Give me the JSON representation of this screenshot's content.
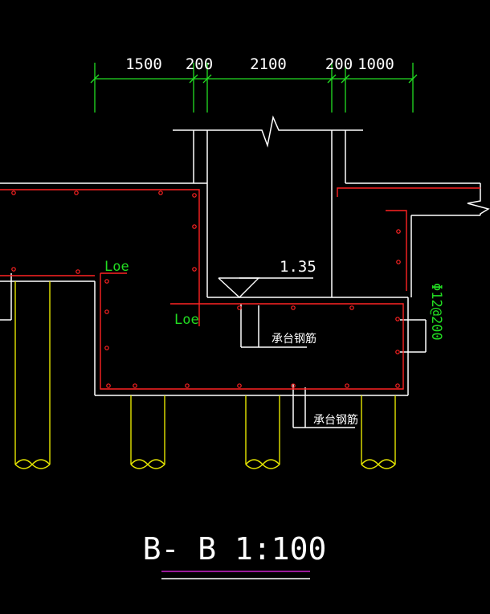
{
  "dimensions": [
    "1500",
    "200",
    "2100",
    "200",
    "1000"
  ],
  "elevation": "1.35",
  "labels": {
    "loe_upper": "Loe",
    "loe_lower": "Loe",
    "cap_rebar_1": "承台钢筋",
    "cap_rebar_2": "承台钢筋",
    "side_rebar": "Φ12@200"
  },
  "title": "B- B 1:100",
  "colors": {
    "background": "#000000",
    "outline": "#ffffff",
    "rebar": "#ff2222",
    "dimension": "#22dd22",
    "pile": "#e6e600",
    "underline": "#cc22cc"
  }
}
